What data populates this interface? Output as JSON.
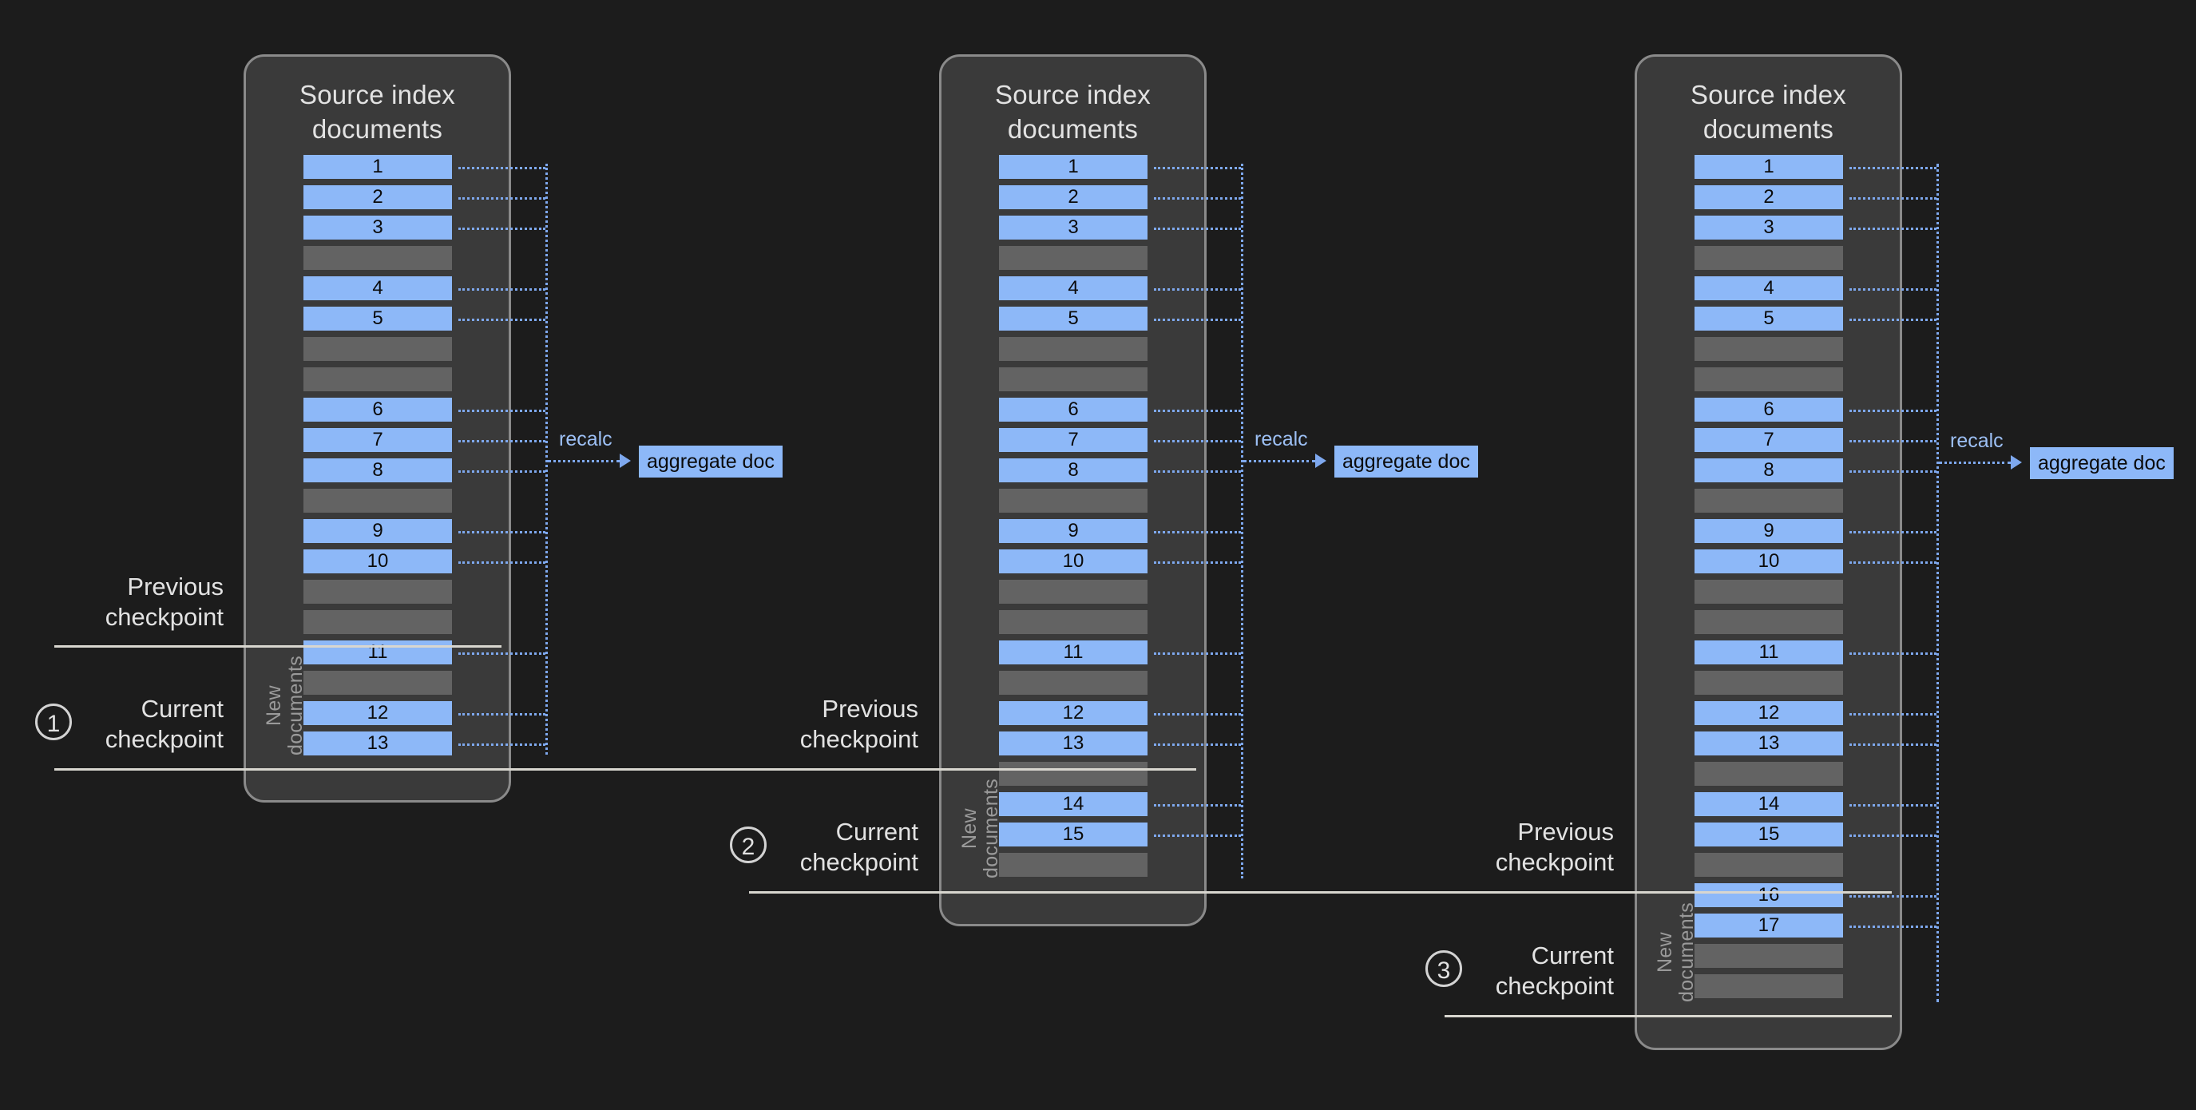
{
  "diagram": {
    "panel_title": "Source index\ndocuments",
    "new_documents_label": "New\ndocuments",
    "recalc_label": "recalc",
    "aggregate_doc_label": "aggregate doc",
    "previous_checkpoint_label": "Previous\ncheckpoint",
    "current_checkpoint_label": "Current\ncheckpoint",
    "colors": {
      "background": "#1c1c1c",
      "panel_fill": "#3a3a3a",
      "panel_border": "#8a8a8a",
      "doc_blue": "#8db8f8",
      "doc_gray": "#636363",
      "connector_blue": "#7ea8ee",
      "checkpoint_line": "#d8d6cf",
      "text_light": "#e2e2e2"
    },
    "stages": [
      {
        "step_number": "1",
        "rows_existing": [
          "1",
          "2",
          "3",
          "",
          "4",
          "5",
          "",
          "",
          "6",
          "7",
          "8",
          "",
          "9",
          "10",
          "",
          ""
        ],
        "rows_new": [
          "11",
          "",
          "12",
          "13"
        ]
      },
      {
        "step_number": "2",
        "rows_existing": [
          "1",
          "2",
          "3",
          "",
          "4",
          "5",
          "",
          "",
          "6",
          "7",
          "8",
          "",
          "9",
          "10",
          "",
          "",
          "11",
          "",
          "12",
          "13"
        ],
        "rows_new": [
          "",
          "14",
          "15",
          ""
        ]
      },
      {
        "step_number": "3",
        "rows_existing": [
          "1",
          "2",
          "3",
          "",
          "4",
          "5",
          "",
          "",
          "6",
          "7",
          "8",
          "",
          "9",
          "10",
          "",
          "",
          "11",
          "",
          "12",
          "13",
          "",
          "14",
          "15",
          ""
        ],
        "rows_new": [
          "16",
          "17",
          "",
          ""
        ]
      }
    ]
  }
}
